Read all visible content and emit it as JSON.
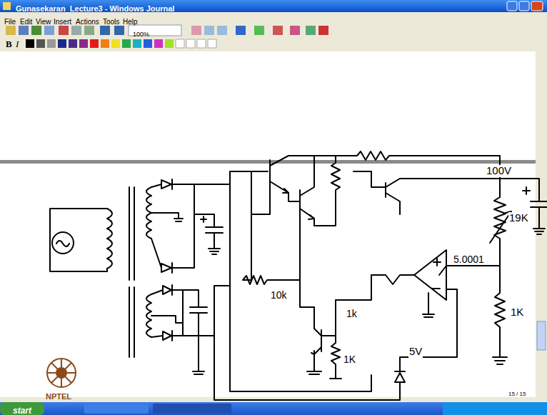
{
  "diagram": {
    "labels": [
      "Gunasekaran_Lecture3 - Windows Journal",
      "File",
      "Edit",
      "View",
      "Insert",
      "Actions",
      "Tools",
      "Help",
      "100%",
      "100V",
      "19K",
      "1K",
      "5.0001",
      "5V",
      "10k",
      "1k",
      "1K",
      "NPTEL",
      "15 / 15",
      "start"
    ]
  }
}
